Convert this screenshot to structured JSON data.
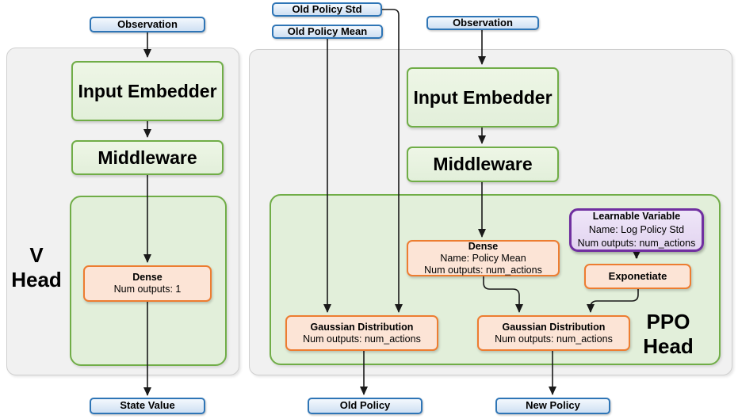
{
  "v_head": {
    "label_line1": "V",
    "label_line2": "Head",
    "observation": "Observation",
    "input_embedder": "Input Embedder",
    "middleware": "Middleware",
    "dense": {
      "title": "Dense",
      "line1": "Num outputs: 1"
    },
    "state_value": "State Value"
  },
  "ppo_head": {
    "label_line1": "PPO",
    "label_line2": "Head",
    "old_policy_std": "Old Policy Std",
    "old_policy_mean": "Old Policy Mean",
    "observation": "Observation",
    "input_embedder": "Input Embedder",
    "middleware": "Middleware",
    "dense": {
      "title": "Dense",
      "line1": "Name: Policy Mean",
      "line2": "Num outputs: num_actions"
    },
    "learnable_variable": {
      "title": "Learnable Variable",
      "line1": "Name: Log Policy Std",
      "line2": "Num outputs: num_actions"
    },
    "exponetiate": "Exponetiate",
    "gaussian_old": {
      "title": "Gaussian Distribution",
      "line1": "Num outputs: num_actions"
    },
    "gaussian_new": {
      "title": "Gaussian Distribution",
      "line1": "Num outputs: num_actions"
    },
    "old_policy": "Old Policy",
    "new_policy": "New Policy"
  },
  "colors": {
    "blue_border": "#2E75B6",
    "blue_fill": "#CFE0F3",
    "green_border": "#70AD47",
    "green_fill": "#E2EFDA",
    "orange_border": "#ED7D31",
    "orange_fill": "#FCE4D6",
    "purple_border": "#7030A0",
    "purple_fill": "#E2D4F0",
    "panel_fill": "#F1F1F1",
    "panel_border": "#CFCFCF",
    "line": "#1A1A1A"
  }
}
